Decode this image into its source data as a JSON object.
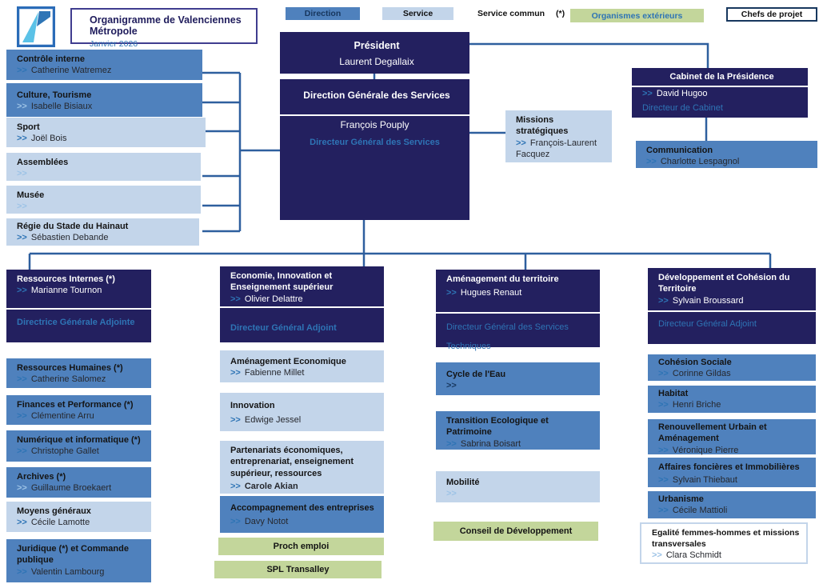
{
  "header": {
    "title": "Organigramme de Valenciennes Métropole",
    "date": "Janvier 2026"
  },
  "legend": {
    "direction": "Direction",
    "service": "Service",
    "service_commun": "Service commun",
    "service_commun_mark": "(*)",
    "organismes": "Organismes extérieurs",
    "chefs_de_projet": "Chefs de projet"
  },
  "colors": {
    "navy": "#23205F",
    "medium_blue": "#4F81BD",
    "light_blue": "#C3D5EA",
    "green": "#C3D69B",
    "accent_blue": "#2E74B5",
    "connector": "#2E5F9E"
  },
  "top": {
    "president": {
      "title": "Président",
      "name": "Laurent Degallaix"
    },
    "dgs": {
      "title": "Direction Générale des Services",
      "name": "François Pouply",
      "role": "Directeur Général des Services"
    },
    "missions": {
      "title": "Missions stratégiques",
      "chevron": ">>",
      "name": "François-Laurent Facquez"
    },
    "cabinet": {
      "title": "Cabinet de la Présidence",
      "chevron": ">>",
      "name": "David Hugoo",
      "role": "Directeur de Cabinet"
    },
    "communication": {
      "title": "Communication",
      "chevron": ">>",
      "name": "Charlotte Lespagnol"
    }
  },
  "left_services": [
    {
      "title": "Contrôle interne",
      "chevron": ">>",
      "name": "Catherine Watremez"
    },
    {
      "title": "Culture, Tourisme",
      "chevron": ">>",
      "name": "Isabelle Bisiaux"
    },
    {
      "title": "Sport",
      "chevron": ">>",
      "name": "Joël Bois"
    },
    {
      "title": "Assemblées",
      "chevron": ">>",
      "name": ""
    },
    {
      "title": "Musée",
      "chevron": ">>",
      "name": ""
    },
    {
      "title": "Régie du Stade du Hainaut",
      "chevron": ">>",
      "name": "Sébastien Debande"
    }
  ],
  "columns": [
    {
      "head": {
        "title": "Ressources Internes (*)",
        "chevron": ">>",
        "name": "Marianne Tournon",
        "role": "Directrice Générale Adjointe"
      },
      "items": [
        {
          "title": "Ressources Humaines (*)",
          "chevron": ">>",
          "name": "Catherine Salomez"
        },
        {
          "title": "Finances et Performance (*)",
          "chevron": ">>",
          "name": "Clémentine Arru"
        },
        {
          "title": "Numérique et informatique (*)",
          "chevron": ">>",
          "name": "Christophe Gallet"
        },
        {
          "title": "Archives (*)",
          "chevron": ">>",
          "name": "Guillaume Broekaert"
        },
        {
          "title": "Moyens généraux",
          "chevron": ">>",
          "name": "Cécile Lamotte"
        },
        {
          "title": "Juridique (*) et Commande publique",
          "chevron": ">>",
          "name": "Valentin Lambourg"
        }
      ]
    },
    {
      "head": {
        "title": "Economie, Innovation et Enseignement supérieur",
        "chevron": ">>",
        "name": "Olivier Delattre",
        "role": "Directeur Général Adjoint"
      },
      "items": [
        {
          "title": "Aménagement Economique",
          "chevron": ">>",
          "name": "Fabienne Millet"
        },
        {
          "title": "Innovation",
          "chevron": ">>",
          "name": "Edwige Jessel"
        },
        {
          "title": "Partenariats économiques, entreprenariat, enseignement supérieur, ressources",
          "chevron": ">>",
          "name": "Carole Akian"
        },
        {
          "title": "Accompagnement des entreprises",
          "chevron": ">>",
          "name": "Davy Notot"
        },
        {
          "title": "Proch emploi"
        },
        {
          "title": "SPL Transalley"
        }
      ]
    },
    {
      "head": {
        "title": "Aménagement du territoire",
        "chevron": ">>",
        "name": "Hugues Renaut",
        "role": "Directeur Général des Services Techniques"
      },
      "items": [
        {
          "title": "Cycle de l'Eau",
          "chevron": ">>",
          "name": ""
        },
        {
          "title": "Transition Ecologique et Patrimoine",
          "chevron": ">>",
          "name": "Sabrina Boisart"
        },
        {
          "title": "Mobilité",
          "chevron": ">>",
          "name": ""
        },
        {
          "title": "Conseil de Développement"
        }
      ]
    },
    {
      "head": {
        "title": "Développement et Cohésion du Territoire",
        "chevron": ">>",
        "name": "Sylvain Broussard",
        "role": "Directeur Général Adjoint"
      },
      "items": [
        {
          "title": "Cohésion Sociale",
          "chevron": ">>",
          "name": "Corinne Gildas"
        },
        {
          "title": "Habitat",
          "chevron": ">>",
          "name": "Henri Briche"
        },
        {
          "title": "Renouvellement Urbain et Aménagement",
          "chevron": ">>",
          "name": "Véronique Pierre"
        },
        {
          "title": "Affaires foncières et Immobilières",
          "chevron": ">>",
          "name": "Sylvain Thiebaut"
        },
        {
          "title": "Urbanisme",
          "chevron": ">>",
          "name": "Cécile Mattioli"
        },
        {
          "title": "Egalité femmes-hommes et missions transversales",
          "chevron": ">>",
          "name": "Clara Schmidt"
        }
      ]
    }
  ]
}
